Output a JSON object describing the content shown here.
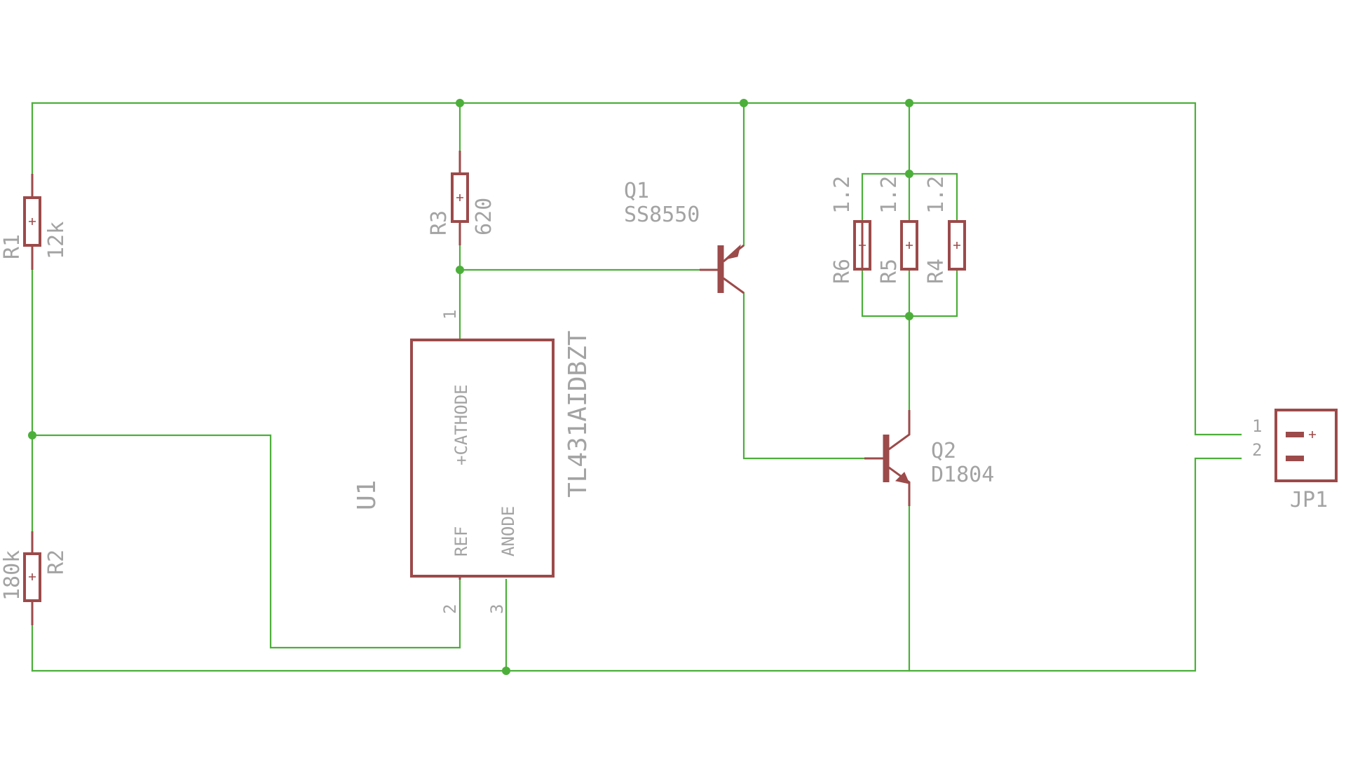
{
  "components": {
    "R1": {
      "name": "R1",
      "value": "12k"
    },
    "R2": {
      "name": "R2",
      "value": "180k"
    },
    "R3": {
      "name": "R3",
      "value": "620"
    },
    "R4": {
      "name": "R4",
      "value": "1.2"
    },
    "R5": {
      "name": "R5",
      "value": "1.2"
    },
    "R6": {
      "name": "R6",
      "value": "1.2"
    },
    "Q1": {
      "name": "Q1",
      "value": "SS8550"
    },
    "Q2": {
      "name": "Q2",
      "value": "D1804"
    },
    "U1": {
      "name": "U1",
      "value": "TL431AIDBZT",
      "pins": [
        {
          "number": "1",
          "label": "+CATHODE"
        },
        {
          "number": "2",
          "label": "REF"
        },
        {
          "number": "3",
          "label": "ANODE"
        }
      ]
    },
    "JP1": {
      "name": "JP1",
      "pins": [
        {
          "number": "1"
        },
        {
          "number": "2"
        }
      ]
    }
  },
  "colors": {
    "wire": "#4caf3a",
    "component": "#9c4a4a",
    "text": "#a3a3a3",
    "background": "#ffffff"
  }
}
